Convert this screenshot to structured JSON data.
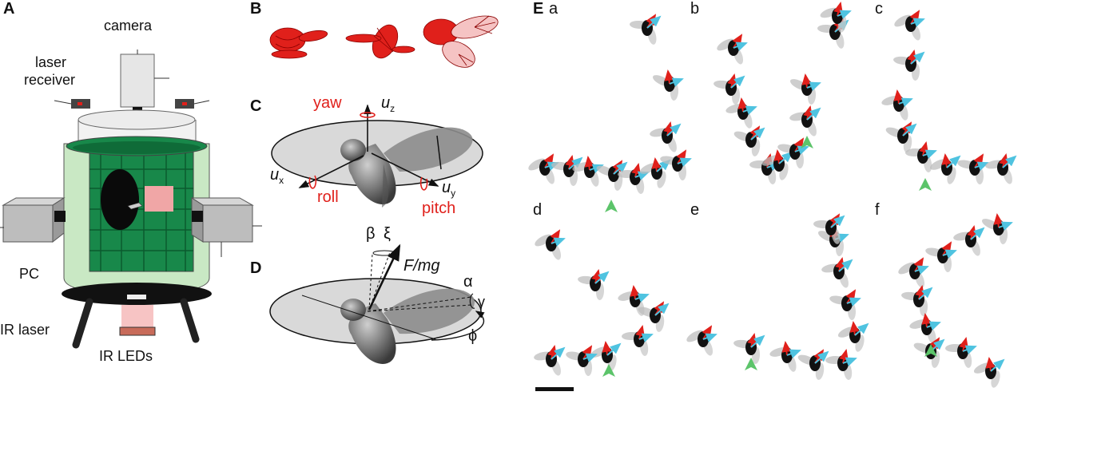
{
  "panels": {
    "a": {
      "letter": "A",
      "camera": "camera",
      "laser_receiver_1": "laser",
      "laser_receiver_2": "receiver",
      "pc": "PC",
      "ir_laser": "IR laser",
      "ir_leds": "IR LEDs"
    },
    "b": {
      "letter": "B"
    },
    "c": {
      "letter": "C",
      "yaw": "yaw",
      "uz": "u",
      "uz_sub": "z",
      "ux": "u",
      "ux_sub": "x",
      "uy": "u",
      "uy_sub": "y",
      "roll": "roll",
      "pitch": "pitch"
    },
    "d": {
      "letter": "D",
      "beta": "β",
      "xi": "ξ",
      "force": "F/mg",
      "alpha": "α",
      "gamma": "γ",
      "phi": "ϕ"
    },
    "e": {
      "letter": "E",
      "subpanels": [
        "a",
        "b",
        "c",
        "d",
        "e",
        "f"
      ]
    }
  },
  "colors": {
    "arrow_red": "#e0201b",
    "arrow_cyan": "#4fc3e0",
    "marker_green": "#5cc46a",
    "arena_green": "#18884a",
    "arena_light": "#c9e8c4"
  }
}
